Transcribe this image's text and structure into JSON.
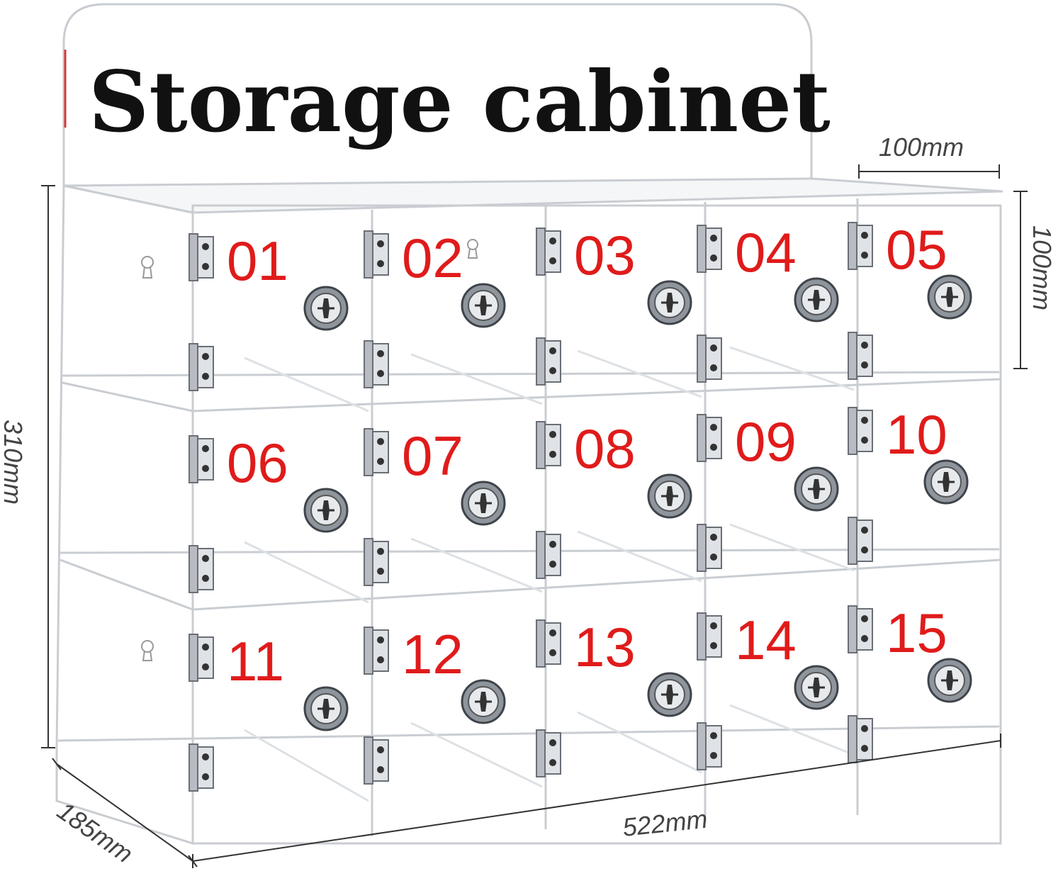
{
  "title": "Storage cabinet",
  "compartments": [
    "01",
    "02",
    "03",
    "04",
    "05",
    "06",
    "07",
    "08",
    "09",
    "10",
    "11",
    "12",
    "13",
    "14",
    "15"
  ],
  "dimensions": {
    "top_width": "100mm",
    "compartment_height": "100mm",
    "total_height": "310mm",
    "depth": "185mm",
    "total_width": "522mm"
  },
  "colors": {
    "number": "#e01b1b",
    "title": "#111111",
    "acrylic_edge": "#c9cdd2",
    "dimension_line": "#333333"
  },
  "icons": {
    "lock": "cam-lock-icon",
    "hinge": "hinge-icon",
    "keyhole": "wall-mount-keyhole-icon"
  }
}
